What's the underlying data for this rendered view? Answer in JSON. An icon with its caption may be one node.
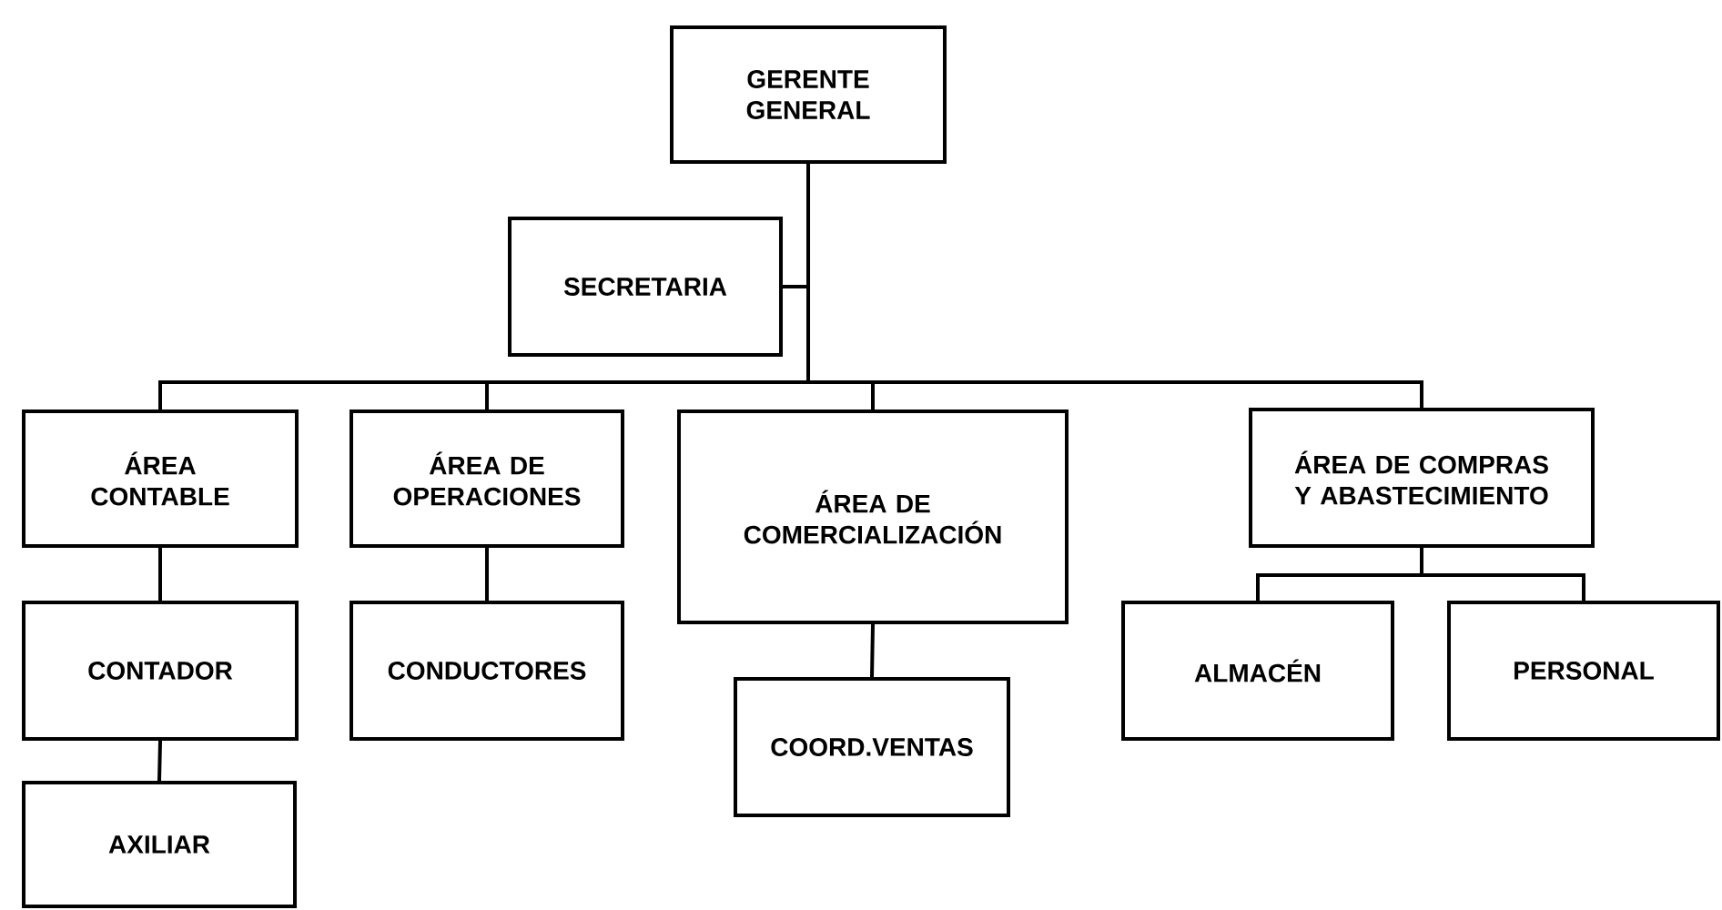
{
  "diagram": {
    "nodes": [
      {
        "text": [
          "GERENTE GENERAL"
        ]
      },
      {
        "text": [
          "SECRETARIA"
        ]
      },
      {
        "text": [
          "ÁREA CONTABLE"
        ]
      },
      {
        "text": [
          "ÁREA DE OPERACIONES"
        ]
      },
      {
        "text": [
          "ÁREA DE COMERCIALIZACIÓN"
        ]
      },
      {
        "text": [
          "ÁREA DE COMPRAS Y ABASTECIMIENTO"
        ]
      },
      {
        "text": [
          "CONTADOR"
        ]
      },
      {
        "text": [
          "CONDUCTORES"
        ]
      },
      {
        "text": [
          "COORD.VENTAS"
        ]
      },
      {
        "text": [
          "ALMACÉN"
        ]
      },
      {
        "text": [
          "PERSONAL"
        ]
      },
      {
        "text": [
          "AXILIAR"
        ]
      }
    ],
    "edges": [
      {
        "from": 0,
        "to": 1,
        "arrow": "none"
      },
      {
        "from": 0,
        "to": 2,
        "arrow": "none"
      },
      {
        "from": 0,
        "to": 3,
        "arrow": "none"
      },
      {
        "from": 0,
        "to": 4,
        "arrow": "none"
      },
      {
        "from": 0,
        "to": 5,
        "arrow": "none"
      },
      {
        "from": 2,
        "to": 6,
        "arrow": "none"
      },
      {
        "from": 6,
        "to": 11,
        "arrow": "none"
      },
      {
        "from": 3,
        "to": 7,
        "arrow": "none"
      },
      {
        "from": 4,
        "to": 8,
        "arrow": "none"
      },
      {
        "from": 5,
        "to": 9,
        "arrow": "none"
      },
      {
        "from": 5,
        "to": 10,
        "arrow": "none"
      }
    ]
  }
}
